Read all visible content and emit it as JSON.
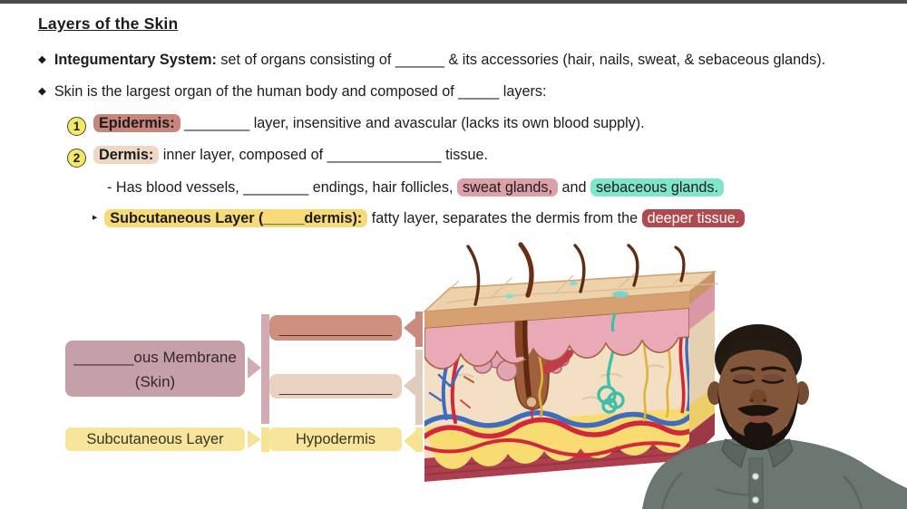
{
  "chrome": {
    "top_bar_color": "#4b4b4b"
  },
  "title": "Layers of the Skin",
  "bullets": {
    "marker": "◆",
    "b1_term": "Integumentary System:",
    "b1_text": " set of organs consisting of ______ & its accessories (hair, nails, sweat, & sebaceous glands).",
    "b2_text": "Skin is the largest organ of the human body and composed of _____ layers:"
  },
  "numbered": {
    "n1": "1",
    "n1_term": "Epidermis:",
    "n1_text": " ________ layer, insensitive and avascular (lacks its own blood supply).",
    "n2": "2",
    "n2_term": "Dermis:",
    "n2_text": " inner layer, composed of ______________ tissue."
  },
  "dermis_note": {
    "prefix": "- Has blood vessels, ________ endings, hair follicles, ",
    "sweat": "sweat glands,",
    "and": " and ",
    "sebaceous": "sebaceous glands."
  },
  "subcutaneous_note": {
    "marker": "▸",
    "term": "Subcutaneous Layer (_____dermis):",
    "text": " fatty layer, separates the dermis from the ",
    "deeper": "deeper tissue."
  },
  "labels": {
    "cutaneous_line1": "_______ous Membrane",
    "cutaneous_line2": "(Skin)",
    "epidermis_blank": "________________",
    "dermis_blank": "________________",
    "subcutaneous": "Subcutaneous Layer",
    "hypodermis": "Hypodermis"
  },
  "colors": {
    "highlight_epidermis": "#c9847e",
    "highlight_dermis": "#eed8c3",
    "highlight_sweat_glands": "#dda0a8",
    "highlight_sebaceous_glands": "#7fe6cb",
    "highlight_deeper_tissue_bg": "#b04a50",
    "highlight_subcutaneous": "#f7db78",
    "number_circle": "#f2e96c",
    "box_cutaneous": "#c6a0a7",
    "box_epidermis": "#cf8f7f",
    "box_dermis": "#e9d3c0",
    "box_yellow": "#f8e59c",
    "connector_pink": "#d2abb2",
    "connector_salmon": "#ca8a80",
    "connector_beige": "#dfccbd",
    "connector_yellow": "#f6e394",
    "skin_epidermis_layer": "#e9a9b6",
    "skin_dermis_layer": "#f3e0c4",
    "skin_hypodermis_layer": "#f8dc72",
    "skin_muscle_layer": "#ad3f4e",
    "instructor_shirt": "#6b7770",
    "instructor_skin_tone": "#82563a"
  }
}
